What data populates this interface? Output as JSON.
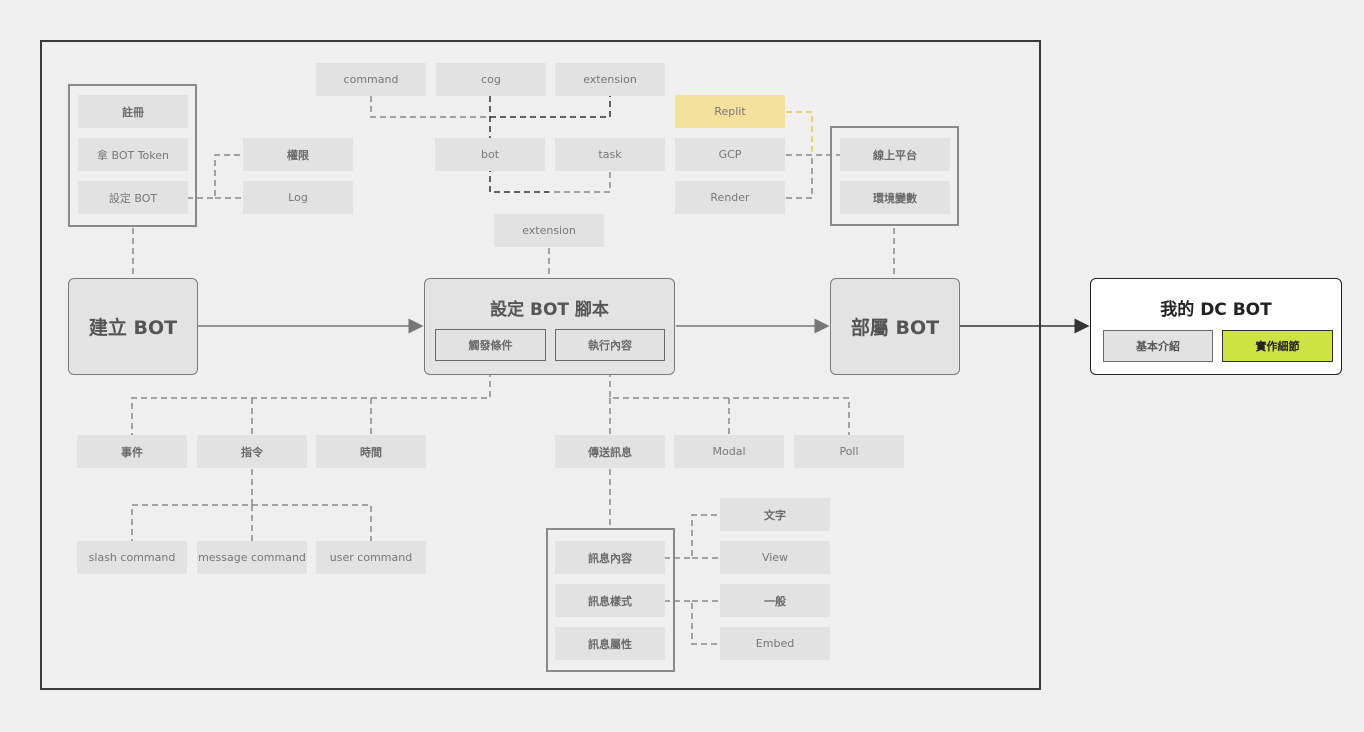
{
  "nodes": {
    "register": "註冊",
    "get_token": "拿 BOT Token",
    "setup_bot": "設定 BOT",
    "permissions": "權限",
    "log": "Log",
    "command": "command",
    "cog": "cog",
    "extension_top": "extension",
    "bot": "bot",
    "task": "task",
    "extension_mid": "extension",
    "replit": "Replit",
    "gcp": "GCP",
    "render": "Render",
    "online_platform": "線上平台",
    "env_vars": "環境變數",
    "event": "事件",
    "instruction": "指令",
    "time": "時間",
    "slash_command": "slash command",
    "message_command": "message command",
    "user_command": "user command",
    "send_message": "傳送訊息",
    "modal": "Modal",
    "poll": "Poll",
    "msg_content": "訊息內容",
    "msg_style": "訊息樣式",
    "msg_attr": "訊息屬性",
    "text": "文字",
    "view": "View",
    "general": "一般",
    "embed": "Embed"
  },
  "main": {
    "create_bot": "建立 BOT",
    "script_title": "設定 BOT 腳本",
    "trigger": "觸發條件",
    "execute": "執行內容",
    "deploy_bot": "部屬 BOT"
  },
  "final": {
    "title": "我的 DC BOT",
    "intro": "基本介紹",
    "detail": "實作細節"
  },
  "colors": {
    "background": "#efefef",
    "node": "#e2e2e2",
    "highlight_yellow": "#f4e19c",
    "accent_green": "#cde341",
    "frame": "#3a3a3a"
  }
}
